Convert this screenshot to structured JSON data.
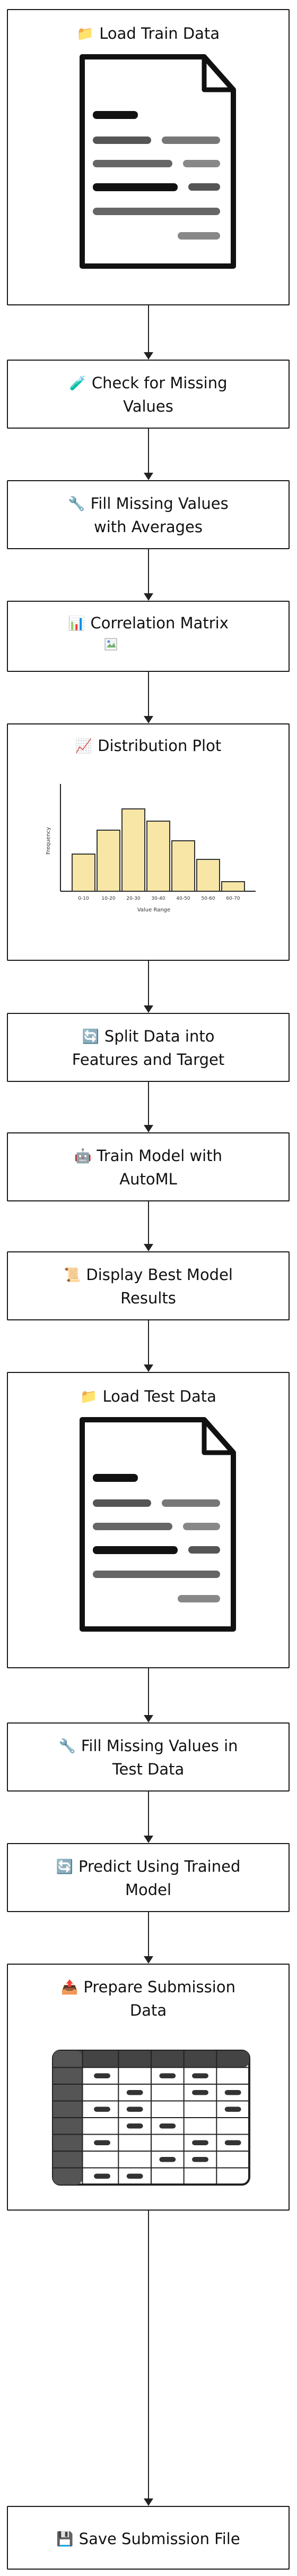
{
  "nodes": [
    {
      "icon": "📁",
      "lines": [
        "Load Train Data"
      ]
    },
    {
      "icon": "🧪",
      "lines": [
        "Check for Missing",
        "Values"
      ]
    },
    {
      "icon": "🔧",
      "lines": [
        "Fill Missing Values",
        "with Averages"
      ]
    },
    {
      "icon": "📊",
      "lines": [
        "Correlation Matrix"
      ]
    },
    {
      "icon": "📈",
      "lines": [
        "Distribution Plot"
      ]
    },
    {
      "icon": "🔄",
      "lines": [
        "Split Data into",
        "Features and Target"
      ]
    },
    {
      "icon": "🤖",
      "lines": [
        "Train Model with",
        "AutoML"
      ]
    },
    {
      "icon": "📜",
      "lines": [
        "Display Best Model",
        "Results"
      ]
    },
    {
      "icon": "📁",
      "lines": [
        "Load Test Data"
      ]
    },
    {
      "icon": "🔧",
      "lines": [
        "Fill Missing Values in",
        "Test Data"
      ]
    },
    {
      "icon": "🔄",
      "lines": [
        "Predict Using Trained",
        "Model"
      ]
    },
    {
      "icon": "📤",
      "lines": [
        "Prepare Submission",
        "Data"
      ]
    },
    {
      "icon": "💾",
      "lines": [
        "Save Submission File"
      ]
    }
  ],
  "distribution_plot": {
    "categories": [
      "0-10",
      "10-20",
      "20-30",
      "30-40",
      "40-50",
      "50-60",
      "60-70"
    ],
    "ylabel": "Frequency",
    "xlabel": "Value Range"
  }
}
